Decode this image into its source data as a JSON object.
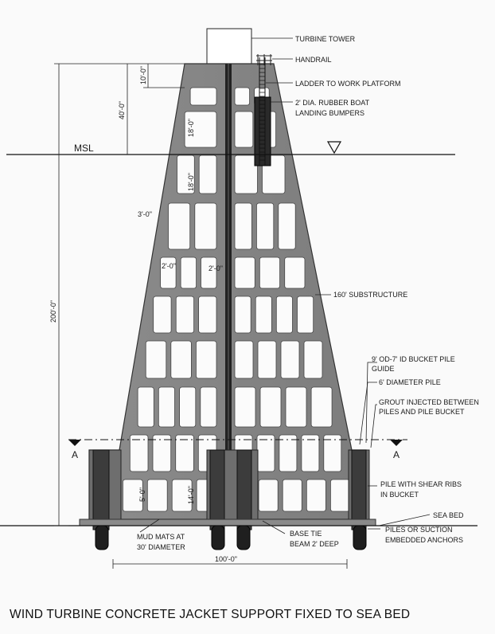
{
  "title": "WIND TURBINE CONCRETE JACKET SUPPORT FIXED TO SEA BED",
  "water_level": "MSL",
  "section_marks": [
    "A",
    "A"
  ],
  "labels": {
    "turbine_tower": "TURBINE TOWER",
    "handrail": "HANDRAIL",
    "ladder": "LADDER TO WORK PLATFORM",
    "bumpers_1": "2' DIA. RUBBER BOAT",
    "bumpers_2": "LANDING BUMPERS",
    "substructure": "160' SUBSTRUCTURE",
    "bucket_guide_1": "9' OD-7' ID BUCKET PILE",
    "bucket_guide_2": "GUIDE",
    "pile_diameter": "6' DIAMETER PILE",
    "grout_1": "GROUT INJECTED BETWEEN",
    "grout_2": "PILES AND PILE BUCKET",
    "shear_ribs_1": "PILE WITH SHEAR RIBS",
    "shear_ribs_2": "IN BUCKET",
    "sea_bed": "SEA BED",
    "anchors_1": "PILES OR SUCTION",
    "anchors_2": "EMBEDDED ANCHORS",
    "mud_mats_1": "MUD MATS AT",
    "mud_mats_2": "30' DIAMETER",
    "tie_beam_1": "BASE TIE",
    "tie_beam_2": "BEAM 2' DEEP"
  },
  "dimensions": {
    "total_height": "200'-0\"",
    "above_msl": "40'-0\"",
    "top_segment": "10'-0\"",
    "panel_upper": "18'-0\"",
    "panel_lower": "18'-0\"",
    "wall_thickness": "3'-0\"",
    "web_left": "2'-0\"",
    "web_right": "2'-0\"",
    "left_bucket": "5'-0\"",
    "mid_bucket": "14'-0\"",
    "base_width": "100'-0\""
  }
}
